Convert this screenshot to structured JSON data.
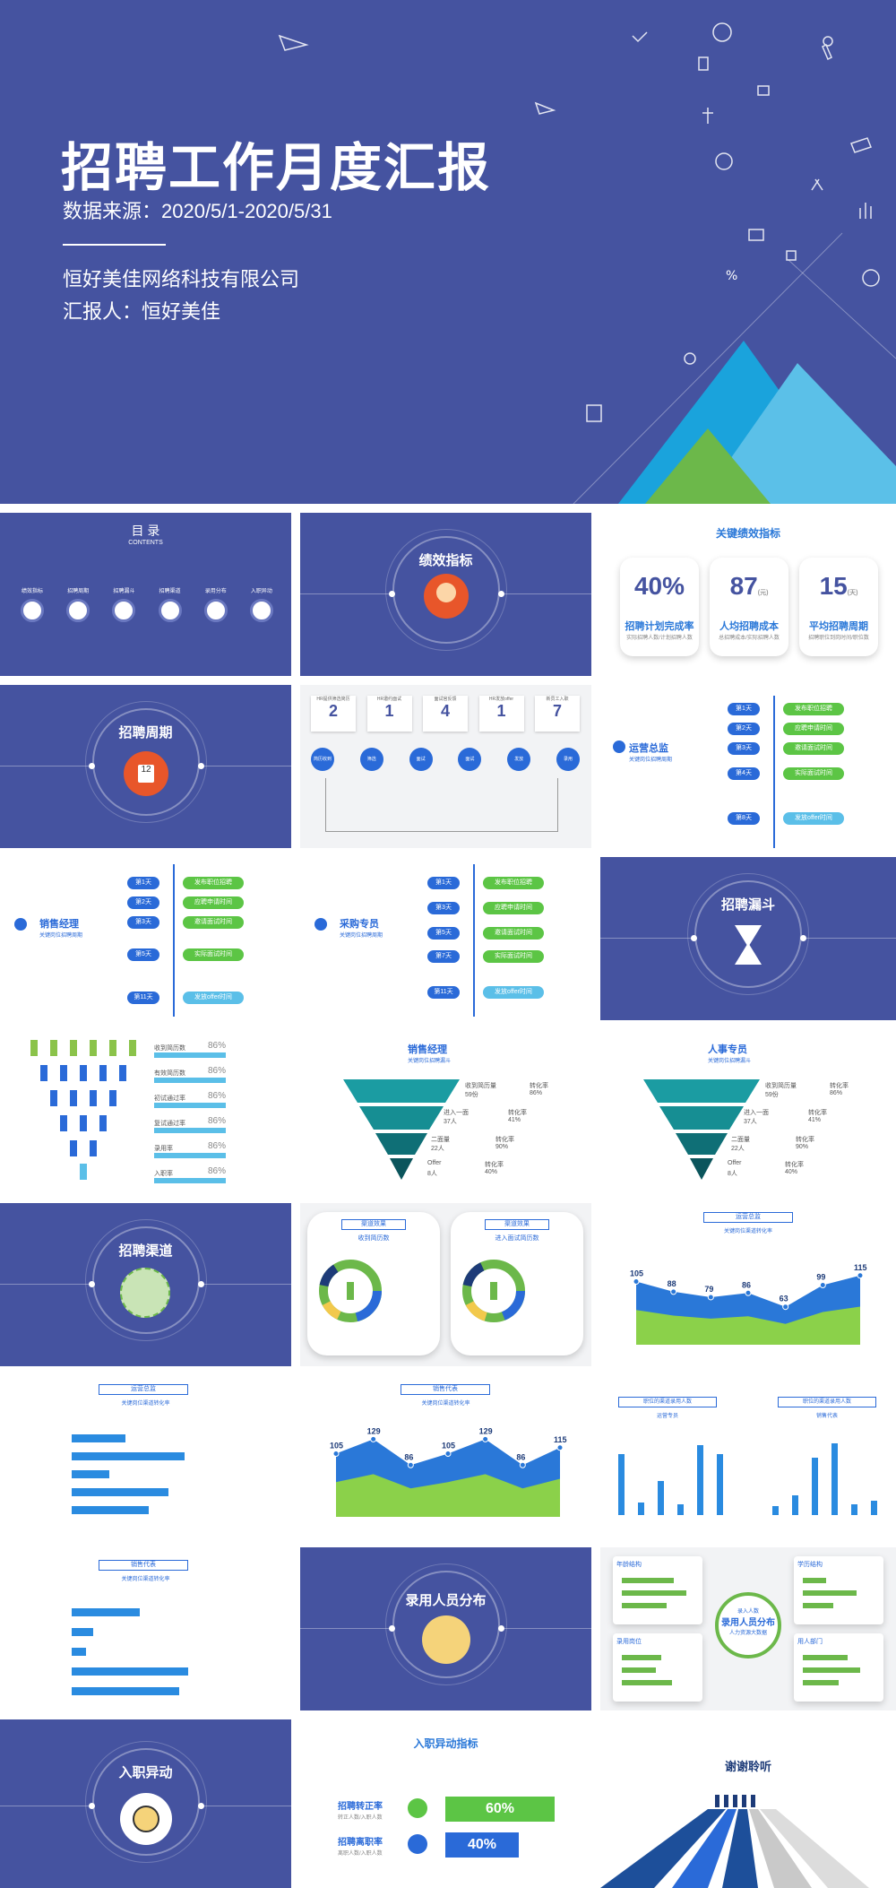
{
  "hero": {
    "title": "招聘工作月度汇报",
    "source": "数据来源：2020/5/1-2020/5/31",
    "company": "恒好美佳网络科技有限公司",
    "reporter": "汇报人：恒好美佳"
  },
  "toc": {
    "title": "目 录",
    "subtitle": "CONTENTS",
    "items": [
      "绩效指标",
      "招聘周期",
      "招聘漏斗",
      "招聘渠道",
      "录用分布",
      "入职异动"
    ]
  },
  "sections": {
    "kpi": "绩效指标",
    "cycle": "招聘周期",
    "funnel": "招聘漏斗",
    "channel": "招聘渠道",
    "hire": "录用人员分布",
    "onboard": "入职异动"
  },
  "kpi_cards": {
    "title": "关键绩效指标",
    "items": [
      {
        "value": "40%",
        "unit": "",
        "label": "招聘计划完成率",
        "sub": "实际招聘人数/计划招聘人数"
      },
      {
        "value": "87",
        "unit": "(元)",
        "label": "人均招聘成本",
        "sub": "总招聘成本/实际招聘人数"
      },
      {
        "value": "15",
        "unit": "(天)",
        "label": "平均招聘周期",
        "sub": "招聘职位到岗时间/职位数"
      }
    ]
  },
  "cycle_flow": {
    "headers": [
      "HR提供筛选简历",
      "HR邀约面试",
      "面试官反馈",
      "HR发放offer",
      "新员工入职"
    ],
    "numbers": [
      "2",
      "1",
      "4",
      "1",
      "7"
    ],
    "nodes": [
      "简历收到",
      "筛选",
      "面试",
      "面试",
      "发放",
      "录用"
    ]
  },
  "timeline_ops": {
    "role": "运营总监",
    "sub": "关键岗位招聘周期",
    "days": [
      "第1天",
      "第2天",
      "第3天",
      "第4天",
      "第8天"
    ],
    "steps": [
      "发布职位招聘",
      "应聘申请时间",
      "邀请面试时间",
      "实际面试时间",
      "发放offer时间"
    ]
  },
  "timeline_sales": {
    "role": "销售经理",
    "sub": "关键岗位招聘周期",
    "days": [
      "第1天",
      "第2天",
      "第3天",
      "第5天",
      "第11天"
    ],
    "steps": [
      "发布职位招聘",
      "应聘申请时间",
      "邀请面试时间",
      "实际面试时间",
      "发放offer时间"
    ]
  },
  "timeline_buy": {
    "role": "采购专员",
    "sub": "关键岗位招聘周期",
    "days": [
      "第1天",
      "第3天",
      "第5天",
      "第7天",
      "第11天"
    ],
    "steps": [
      "发布职位招聘",
      "应聘申请时间",
      "邀请面试时间",
      "实际面试时间",
      "发放offer时间"
    ]
  },
  "funnel_overview": {
    "rows": [
      "收到简历数",
      "有效简历数",
      "初试通过率",
      "复试通过率",
      "录用率",
      "入职率"
    ],
    "pcts": [
      "86%",
      "86%",
      "86%",
      "86%",
      "86%",
      "86%"
    ]
  },
  "funnel_sales": {
    "role": "销售经理",
    "sub": "关键岗位招聘漏斗",
    "stages": [
      {
        "name": "收到简历量",
        "count": "59份",
        "rate_label": "转化率",
        "rate": "86%"
      },
      {
        "name": "进入一面",
        "count": "37人",
        "rate_label": "转化率",
        "rate": "41%"
      },
      {
        "name": "二面量",
        "count": "22人",
        "rate_label": "转化率",
        "rate": "90%"
      },
      {
        "name": "Offer",
        "count": "8人",
        "rate_label": "转化率",
        "rate": "40%"
      }
    ]
  },
  "funnel_hr": {
    "role": "人事专员",
    "sub": "关键岗位招聘漏斗",
    "stages": [
      {
        "name": "收到简历量",
        "count": "59份",
        "rate_label": "转化率",
        "rate": "86%"
      },
      {
        "name": "进入一面",
        "count": "37人",
        "rate_label": "转化率",
        "rate": "41%"
      },
      {
        "name": "二面量",
        "count": "22人",
        "rate_label": "转化率",
        "rate": "90%"
      },
      {
        "name": "Offer",
        "count": "8人",
        "rate_label": "转化率",
        "rate": "40%"
      }
    ]
  },
  "donuts": [
    {
      "tag": "渠道效果",
      "title": "收到简历数"
    },
    {
      "tag": "渠道效果",
      "title": "进入面试简历数"
    }
  ],
  "area_ops": {
    "tag": "运营总监",
    "sub": "关键岗位渠道转化率",
    "values": [
      105,
      88,
      79,
      86,
      63,
      99,
      115
    ]
  },
  "area_sales": {
    "tag": "销售代表",
    "sub": "关键岗位渠道转化率",
    "values": [
      105,
      129,
      86,
      105,
      129,
      86,
      115
    ]
  },
  "hbar_ops": {
    "tag": "运营总监",
    "sub": "关键岗位渠道转化率"
  },
  "hbar_sales": {
    "tag": "销售代表",
    "sub": "关键岗位渠道转化率"
  },
  "col_ops": {
    "tag": "职位的渠道录用人数",
    "sub": "运营专员"
  },
  "col_sales": {
    "tag": "职位的渠道录用人数",
    "sub": "销售代表"
  },
  "distribution": {
    "center_tag": "录入人数",
    "center_title": "录用人员分布",
    "center_sub": "人力资源大数据",
    "boxes": [
      "年龄结构",
      "学历结构",
      "录用岗位",
      "用人部门"
    ]
  },
  "turnover": {
    "title": "入职异动指标",
    "items": [
      {
        "label": "招聘转正率",
        "sub": "转正人数/入职人数",
        "value": "60%"
      },
      {
        "label": "招聘离职率",
        "sub": "离职人数/入职人数",
        "value": "40%"
      }
    ]
  },
  "thanks": "谢谢聆听",
  "colors": {
    "brand": "#4553a0",
    "accent": "#2a78d8",
    "green": "#5cc545",
    "cyan": "#5bbfe8"
  }
}
